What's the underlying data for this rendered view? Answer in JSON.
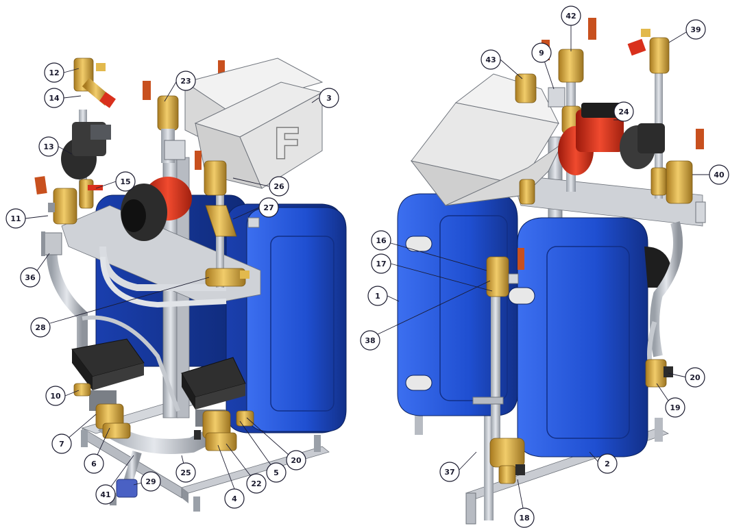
{
  "colors": {
    "tank_blue": "#1f4fd1",
    "tank_blue_dark": "#13338f",
    "brass": "#d8a73a",
    "brass_dark": "#9c7421",
    "frame_gray": "#c9ccd2",
    "frame_dark": "#8e939b",
    "pump_red": "#d9301c",
    "handle_orange": "#c8501e",
    "motor_black": "#2c2c2c",
    "hood_gray": "#e6e6e6",
    "callout_line": "#1a1a2e"
  },
  "hood_letter": "F",
  "left_callouts": [
    "12",
    "14",
    "13",
    "11",
    "15",
    "36",
    "23",
    "3",
    "26",
    "27",
    "28",
    "10",
    "7",
    "6",
    "41",
    "29",
    "25",
    "4",
    "22",
    "5",
    "20"
  ],
  "right_callouts": [
    "43",
    "9",
    "42",
    "39",
    "24",
    "40",
    "16",
    "17",
    "1",
    "38",
    "20",
    "19",
    "2",
    "37",
    "18"
  ]
}
